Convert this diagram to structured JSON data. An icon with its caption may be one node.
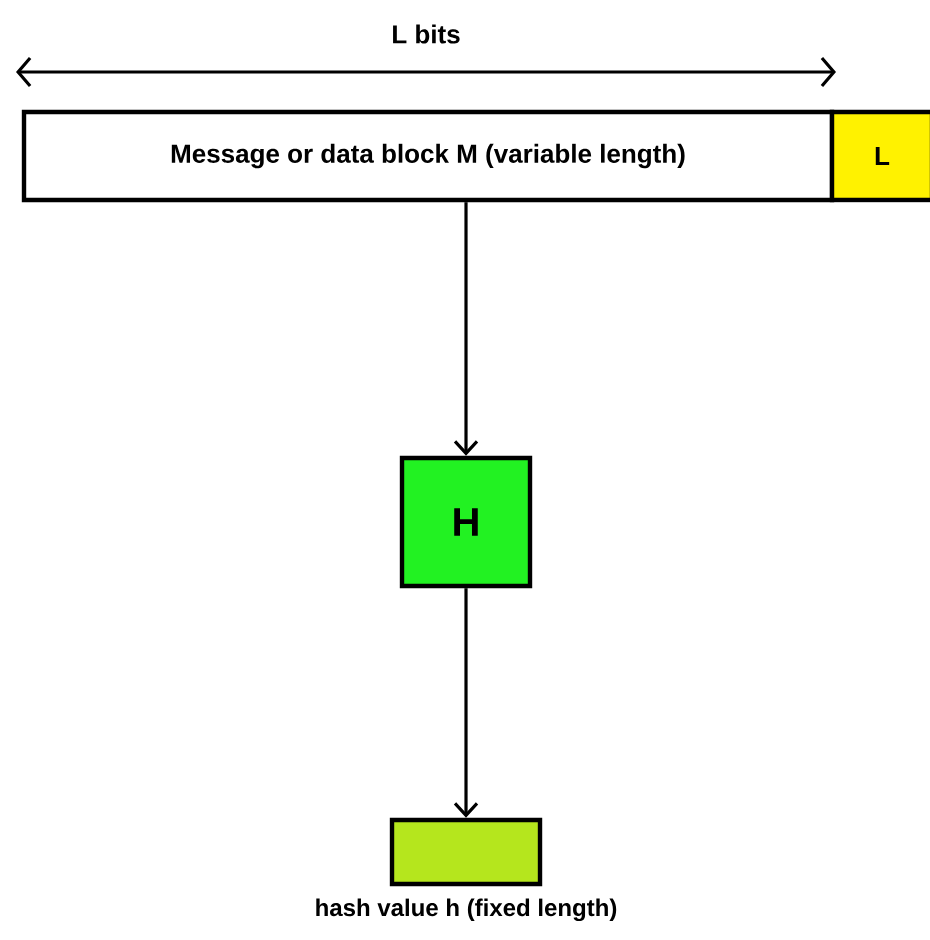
{
  "diagram": {
    "nodes": [
      {
        "text": [
          "Message or data block M (variable length)"
        ]
      },
      {
        "text": [
          "L"
        ]
      },
      {
        "text": [
          "H"
        ]
      },
      {
        "text": [],
        "shape": "box",
        "beside": [
          "hash value h (fixed length)"
        ]
      }
    ],
    "edges": [
      {
        "from": 0,
        "to": 2,
        "arrow": "to"
      },
      {
        "from": 2,
        "to": 3,
        "arrow": "to"
      }
    ],
    "labels": [
      "L bits"
    ]
  }
}
